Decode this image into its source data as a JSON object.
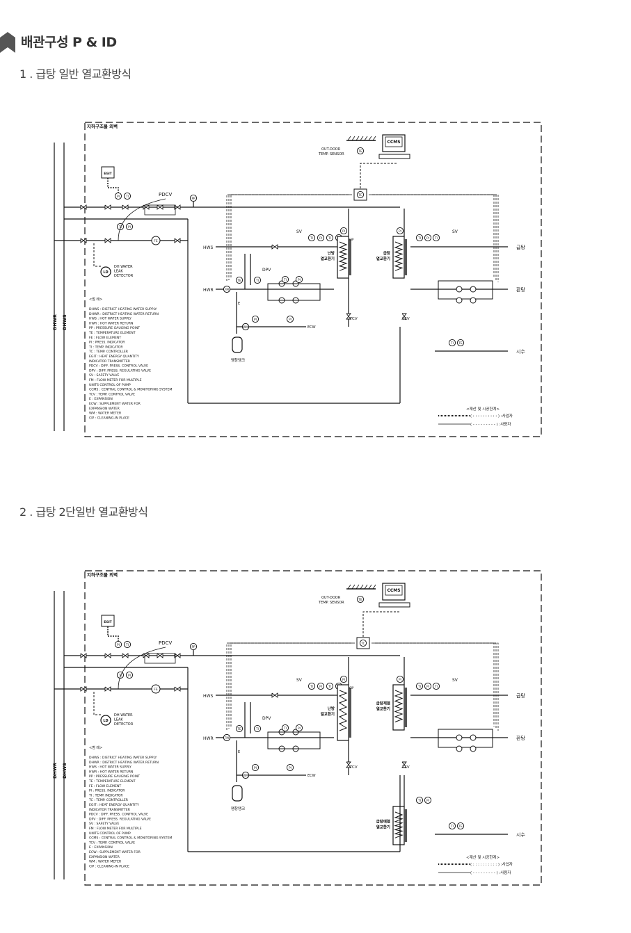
{
  "page_title": "배관구성 P & ID",
  "sections": [
    {
      "title": "1 . 급탕 일반 열교환방식",
      "heat_exchangers": [
        "난방\n열교환기",
        "급탕\n열교환기"
      ]
    },
    {
      "title": "2 . 급탕 2단일반 열교환방식",
      "heat_exchangers": [
        "난방\n열교환기",
        "급탕재열\n열교환기",
        "급탕예열\n열교환기"
      ]
    }
  ],
  "diagram": {
    "boundary_label": "지하구조물 외벽",
    "outdoor_label": [
      "OUT-DOOR",
      "TEMP. SENSOR"
    ],
    "ccms": "CCMS",
    "tc": "TC",
    "pdcv": "PDCV",
    "dpv": "DPV",
    "egit": "EGIT",
    "sv": "SV",
    "tcv": "TCV",
    "ecw": "ECW",
    "cip": "CIP",
    "lines": {
      "hws": "HWS",
      "hwr": "HWR",
      "dhws": "DHWS",
      "dhwr": "DHWR"
    },
    "outlets": {
      "supply": "급탕",
      "return": "환탕",
      "city": "시수"
    },
    "ld_label": [
      "DH WATER",
      "LEAK",
      "DETECTOR"
    ],
    "ld": "LD",
    "tank": "팽창탱크",
    "instruments": {
      "pi": "PI",
      "ti": "TI",
      "te": "TE",
      "pp": "PP",
      "fe": "FE",
      "fm": "FM",
      "wm": "WM",
      "e": "E"
    },
    "legend_title": "<범 례>",
    "legend": [
      "DHWS : DISTRICT HEATING WATER SUPPLY",
      "DHWR : DISTRICT HEATING WATER RETURN",
      "HWS    : HOT WATER SUPPLY",
      "HWR    : HOT WATER RETURN",
      "PP       : PRESSURE GAUGING POINT",
      "TE       : TEMPERATURE ELEMENT",
      "FE       : FLOW ELEMENT",
      "PI        : PRESS. INDICATOR",
      "TI        : TEMP. INDICATOR",
      "TC       : TEMP. CONTROLLER",
      "EGIT    : HEAT ENERGY QUANTITY",
      "              INDICATOR TRANSMITTER",
      "PDCV   : DIFF. PRESS. CONTROL VALVE",
      "DPV     : DIFF. PRESS. REGULATING VALVE",
      "SV       : SAFETY VALVE",
      "FM       : FLOW METER FOR MULTIPLE",
      "              UNITS CONTROL OF PUMP",
      "CCMS  : CENTRAL CONTROL & MONITORING SYSTEM",
      "TCV     : TEMP. CONTROL VALVE",
      "E         : EXPANSION",
      "ECW    : SUPPLEMENT WATER FOR",
      "              EXPANSION WATER",
      "WM      : WATER METER",
      "CIP      : CLEANING-IN PLACE"
    ],
    "scope_title": "<재산 및 시공한계>",
    "scope": [
      "(  : : : : : : : : : :  ) :사업자",
      "(  - - - - - - - - -  ) :사용자"
    ]
  }
}
